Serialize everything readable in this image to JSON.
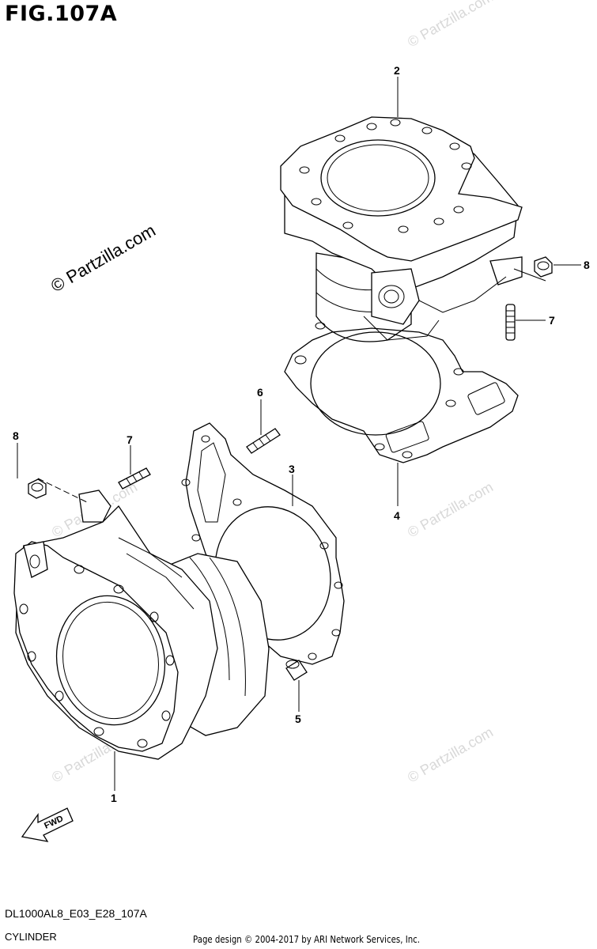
{
  "figure": {
    "title": "FIG.107A",
    "model_code": "DL1000AL8_E03_E28_107A",
    "caption": "CYLINDER",
    "credit": "Page design © 2004-2017 by ARI Network Services, Inc."
  },
  "callouts": {
    "c1": "1",
    "c2": "2",
    "c3": "3",
    "c4": "4",
    "c5": "5",
    "c6": "6",
    "c7a": "7",
    "c7b": "7",
    "c8a": "8",
    "c8b": "8"
  },
  "direction_marker": "FWD",
  "watermark": {
    "text": "© Partzilla.com"
  }
}
